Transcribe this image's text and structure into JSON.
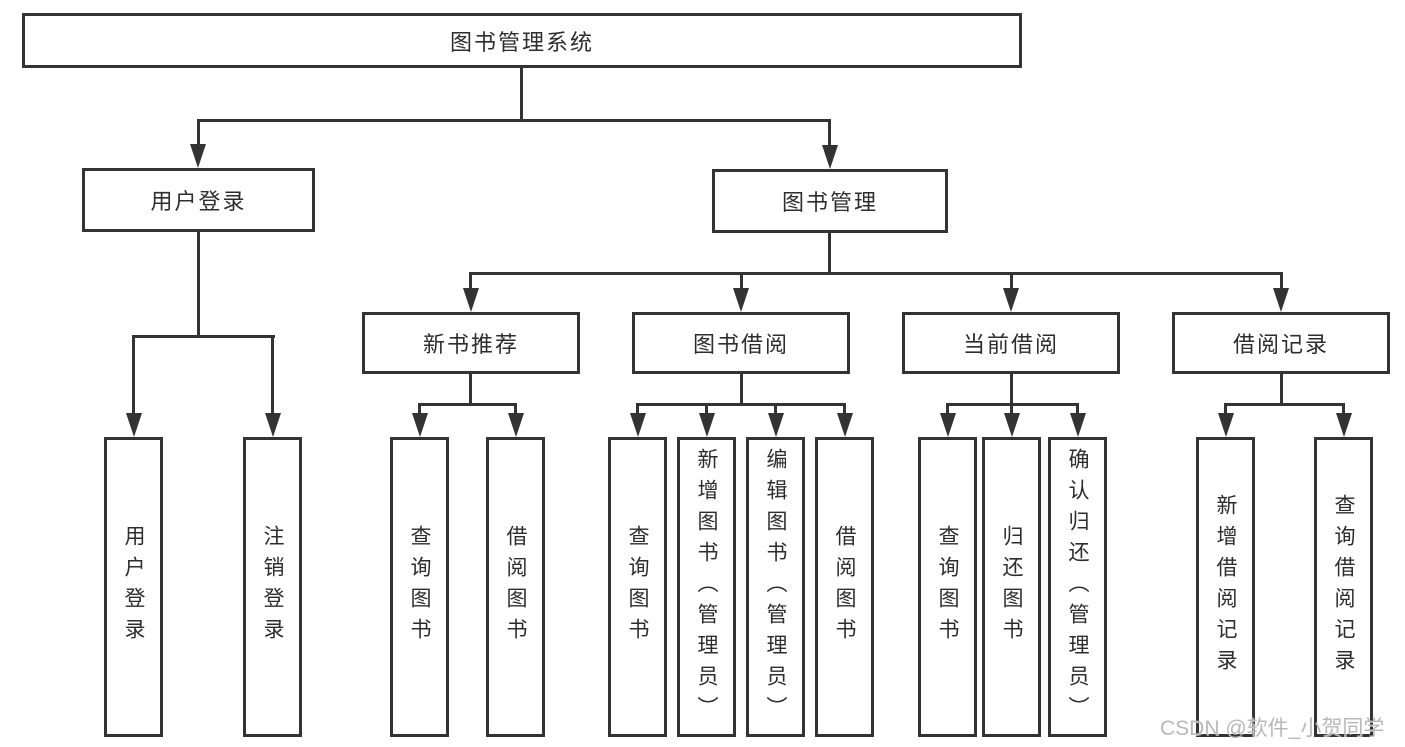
{
  "diagram": {
    "root": {
      "label": "图书管理系统"
    },
    "level2": [
      {
        "label": "用户登录"
      },
      {
        "label": "图书管理"
      }
    ],
    "level3": [
      {
        "label": "新书推荐",
        "parent": "图书管理"
      },
      {
        "label": "图书借阅",
        "parent": "图书管理"
      },
      {
        "label": "当前借阅",
        "parent": "图书管理"
      },
      {
        "label": "借阅记录",
        "parent": "图书管理"
      }
    ],
    "leaves": [
      {
        "label": "用户登录",
        "parent": "用户登录"
      },
      {
        "label": "注销登录",
        "parent": "用户登录"
      },
      {
        "label": "查询图书",
        "parent": "新书推荐"
      },
      {
        "label": "借阅图书",
        "parent": "新书推荐"
      },
      {
        "label": "查询图书",
        "parent": "图书借阅"
      },
      {
        "label": "新增图书（管理员）",
        "parent": "图书借阅"
      },
      {
        "label": "编辑图书（管理员）",
        "parent": "图书借阅"
      },
      {
        "label": "借阅图书",
        "parent": "图书借阅"
      },
      {
        "label": "查询图书",
        "parent": "当前借阅"
      },
      {
        "label": "归还图书",
        "parent": "当前借阅"
      },
      {
        "label": "确认归还（管理员）",
        "parent": "当前借阅"
      },
      {
        "label": "新增借阅记录",
        "parent": "借阅记录"
      },
      {
        "label": "查询借阅记录",
        "parent": "借阅记录"
      }
    ],
    "colors": {
      "line": "#333333",
      "text": "#2d2d2d",
      "background": "#ffffff",
      "watermark": "#b8b8b8"
    }
  },
  "watermark": {
    "text": "CSDN @软件_小贺同学"
  }
}
